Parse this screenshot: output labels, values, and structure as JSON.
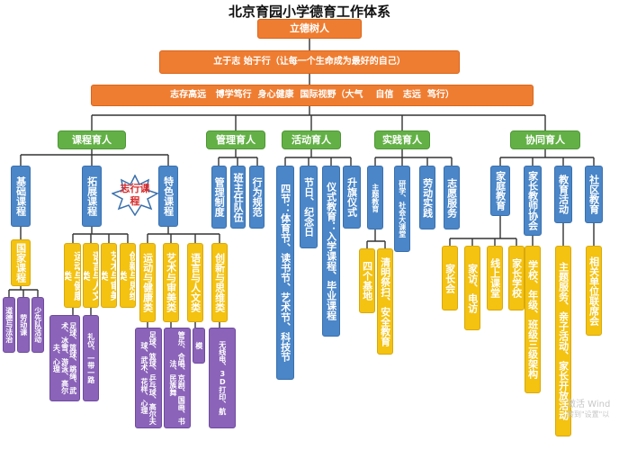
{
  "title": "北京育园小学德育工作体系",
  "top": {
    "motto": "立德树人",
    "goal": "立于志  始于行（让每一个生命成为最好的自己）",
    "slogan": "志存高远   博学笃行  身心健康  国际视野（大气    自信   志远  笃行）"
  },
  "categories": [
    "课程育人",
    "管理育人",
    "活动育人",
    "实践育人",
    "协同育人"
  ],
  "course": {
    "basic": "基础课程",
    "national": "国家课程",
    "national_subjects": [
      "道德与法治",
      "劳动课",
      "少先队活动"
    ],
    "expand": "拓展课程",
    "star": "志行课程",
    "expand_sub": [
      "运动与健康类",
      "语言与人文类",
      "艺术与审美类",
      "创新与思维类"
    ],
    "expand_detail": [
      "足球、篮球、跳绳、武术、冰雪、游泳、高尔夫、心理",
      "礼仪、一带一路"
    ],
    "special": "特色课程",
    "special_sub": [
      "运动与健康类",
      "艺术与审美类",
      "语言与人文类",
      "创新与思维类"
    ],
    "special_detail": [
      "足球、篮球、乒乓球、高尔夫球、武术、花样、心理",
      "管乐、合唱、京剧、国画、书法、民族舞",
      "模",
      "无线电、3D打印、航"
    ]
  },
  "management": [
    "管理制度",
    "班主任队伍",
    "行为规范"
  ],
  "activity": [
    "四节：体育节、读书节、艺术节、科技节",
    "节日、纪念日",
    "仪式教育：入学课程、毕业课程",
    "升旗仪式"
  ],
  "practice": {
    "items": [
      "主题教育",
      "研学、社会大课堂",
      "劳动实践",
      "志愿服务"
    ],
    "details": [
      "四个基地",
      "清明祭扫、安全教育"
    ]
  },
  "cooperation": {
    "items": [
      "家庭教育",
      "家长教师协会",
      "教育活动",
      "社区教育"
    ],
    "details": [
      "家长会",
      "家访、电访",
      "线上课堂",
      "家长学校",
      "学校、年级、班级三级架构",
      "主题服务、亲子活动、家长开放活动",
      "相关单位联席会"
    ]
  },
  "watermark": [
    "激活 Wind",
    "转到\"设置\"以"
  ],
  "colors": {
    "orange": "#ef7d31",
    "green": "#63b146",
    "blue": "#4a86c8",
    "yellow": "#f4c211",
    "purple": "#8b63b9",
    "red": "#d72a2a",
    "line": "#333333"
  }
}
